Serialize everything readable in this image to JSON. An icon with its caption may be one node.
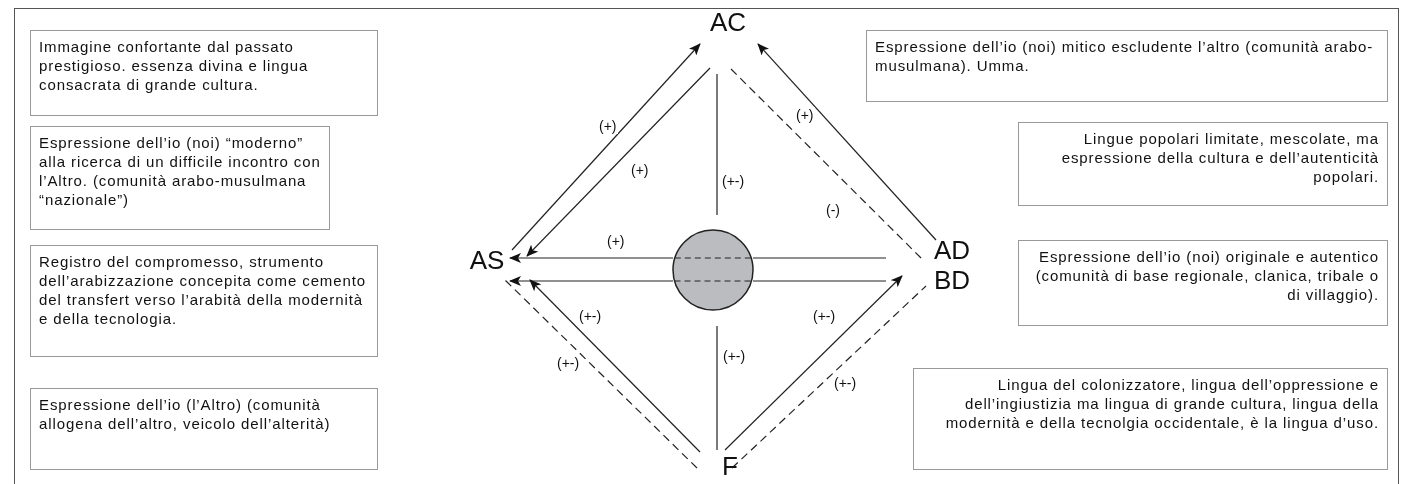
{
  "diagram": {
    "nodes": [
      {
        "text": [
          "Immagine confortante dal passato prestigioso. essenza divina e lingua consacrata di grande cultura."
        ]
      },
      {
        "text": [
          "Espressione dell’io (noi) “moderno” alla ricerca di un difficile incontro con l’Altro. (comunità arabo-musulmana “nazionale”)"
        ]
      },
      {
        "text": [
          "Registro del compromesso, strumento dell’arabizzazione concepita come cemento del transfert verso l’arabità della modernità e della tecnologia."
        ]
      },
      {
        "text": [
          "Espressione dell’io (l’Altro) (comunità allogena dell’altro, veicolo dell’alterità)"
        ]
      },
      {
        "text": [
          "AC"
        ]
      },
      {
        "text": [
          "AS"
        ]
      },
      {
        "text": [
          "AD"
        ]
      },
      {
        "text": [
          "BD"
        ]
      },
      {
        "text": [
          "F"
        ]
      },
      {
        "text": [],
        "shape": "circle"
      },
      {
        "text": [
          "Espressione dell’io (noi) mitico escludente l’altro (comunità arabo-musulmana). Umma."
        ]
      },
      {
        "text": [
          "Lingue popolari limitate, mescolate, ma espressione della cultura e dell’autenticità popolari."
        ]
      },
      {
        "text": [
          "Espressione dell’io (noi) originale e autentico (comunità di base regionale, clanica, tribale o di villaggio)."
        ]
      },
      {
        "text": [
          "Lingua del colonizzatore, lingua dell’oppressione e dell’ingiustizia ma lingua di grande cultura, lingua della modernità e della tecnolgia occidentale, è la lingua d’uso."
        ]
      }
    ],
    "edges": [
      {
        "from": 5,
        "to": 4,
        "arrow": "to",
        "label": "(+)"
      },
      {
        "from": 4,
        "to": 5,
        "arrow": "to",
        "label": "(+)"
      },
      {
        "from": 6,
        "to": 4,
        "arrow": "to",
        "label": "(+)"
      },
      {
        "from": 6,
        "to": 4,
        "arrow": "none",
        "label": "(-)",
        "style": "dashed"
      },
      {
        "from": 4,
        "to": 9,
        "arrow": "none",
        "label": "(+-)"
      },
      {
        "from": 6,
        "to": 9,
        "arrow": "none"
      },
      {
        "from": 9,
        "to": 5,
        "arrow": "to",
        "label": "(+)"
      },
      {
        "from": 7,
        "to": 9,
        "arrow": "none"
      },
      {
        "from": 9,
        "to": 5,
        "arrow": "to"
      },
      {
        "from": 8,
        "to": 5,
        "arrow": "to",
        "label": "(+-)"
      },
      {
        "from": 8,
        "to": 5,
        "arrow": "none",
        "label": "(+-)",
        "style": "dashed"
      },
      {
        "from": 8,
        "to": 7,
        "arrow": "to",
        "label": "(+-)"
      },
      {
        "from": 8,
        "to": 7,
        "arrow": "none",
        "label": "(+-)",
        "style": "dashed"
      },
      {
        "from": 8,
        "to": 9,
        "arrow": "none",
        "label": "(+-)"
      }
    ]
  }
}
